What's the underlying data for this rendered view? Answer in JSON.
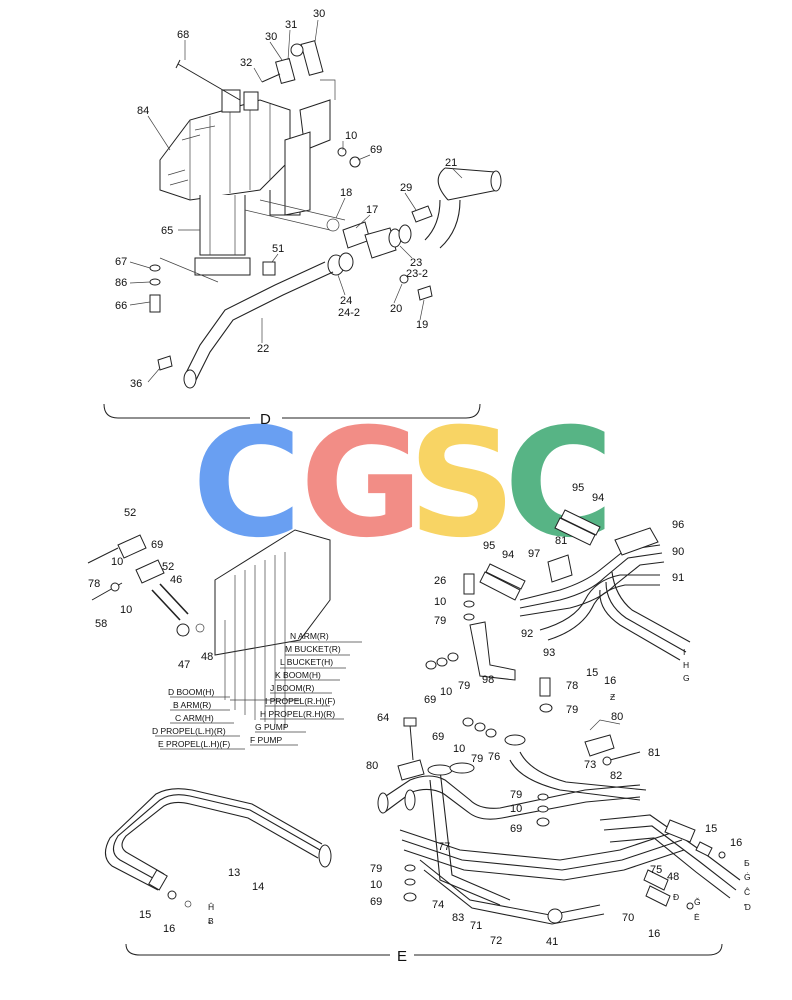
{
  "watermark": {
    "letters": [
      "C",
      "G",
      "S",
      "C"
    ],
    "colors": [
      "#4f8ff0",
      "#f07a72",
      "#f7cd4a",
      "#3aa870"
    ]
  },
  "sections": {
    "d": "D",
    "e": "E"
  },
  "parts_d": [
    "68",
    "30",
    "31",
    "30",
    "32",
    "84",
    "10",
    "69",
    "21",
    "18",
    "17",
    "29",
    "65",
    "51",
    "23",
    "23-2",
    "67",
    "86",
    "66",
    "24",
    "24-2",
    "20",
    "19",
    "22",
    "36"
  ],
  "parts_e": [
    "52",
    "69",
    "10",
    "78",
    "10",
    "58",
    "52",
    "46",
    "47",
    "48",
    "95",
    "94",
    "96",
    "90",
    "91",
    "95",
    "94",
    "97",
    "81",
    "26",
    "10",
    "79",
    "92",
    "93",
    "98",
    "15",
    "16",
    "69",
    "10",
    "79",
    "78",
    "79",
    "64",
    "69",
    "10",
    "79",
    "80",
    "80",
    "81",
    "76",
    "73",
    "82",
    "79",
    "10",
    "69",
    "77",
    "15",
    "16",
    "79",
    "10",
    "69",
    "74",
    "83",
    "71",
    "72",
    "41",
    "75",
    "48",
    "70",
    "16",
    "15",
    "16",
    "13",
    "14"
  ],
  "port_labels": [
    "N ARM(R)",
    "M BUCKET(R)",
    "L BUCKET(H)",
    "K BOOM(H)",
    "J BOOM(R)",
    "I PROPEL(R.H)(F)",
    "H PROPEL(R.H)(R)",
    "G PUMP",
    "F PUMP",
    "D BOOM(H)",
    "B ARM(R)",
    "C ARM(H)",
    "D PROPEL(L.H)(R)",
    "E PROPEL(L.H)(F)"
  ],
  "connector_letters": [
    "I",
    "H",
    "G",
    "Ƃ",
    "Ġ",
    "Ĉ",
    "Ɗ",
    "Đ",
    "Ğ",
    "Ė",
    "Ĥ",
    "Ƀ",
    "Ƶ"
  ]
}
